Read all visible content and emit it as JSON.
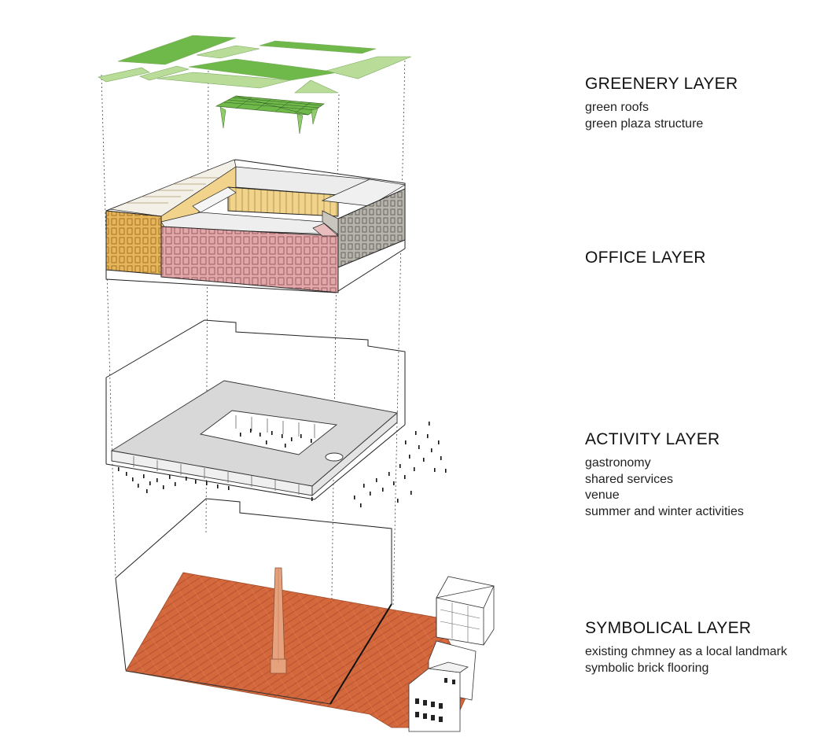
{
  "layers": [
    {
      "id": "greenery",
      "title": "GREENERY LAYER",
      "items": [
        "green roofs",
        "green plaza structure"
      ]
    },
    {
      "id": "office",
      "title": "OFFICE LAYER",
      "items": []
    },
    {
      "id": "activity",
      "title": "ACTIVITY LAYER",
      "items": [
        "gastronomy",
        "shared services",
        "venue",
        "summer and winter activities"
      ]
    },
    {
      "id": "symbolic",
      "title": "SYMBOLICAL LAYER",
      "items": [
        "existing chmney as a local landmark",
        "symbolic brick flooring"
      ]
    }
  ],
  "colors": {
    "green_dark": "#6fb84a",
    "green_light": "#b9dd98",
    "office_yellow": "#e7b55a",
    "office_pale_yellow": "#f1d38c",
    "office_pink": "#e2a7a9",
    "office_grey": "#b7b4ac",
    "plate_grey": "#d8d8d8",
    "brick": "#d4683d",
    "chimney": "#e6a17d",
    "line": "#222222"
  }
}
